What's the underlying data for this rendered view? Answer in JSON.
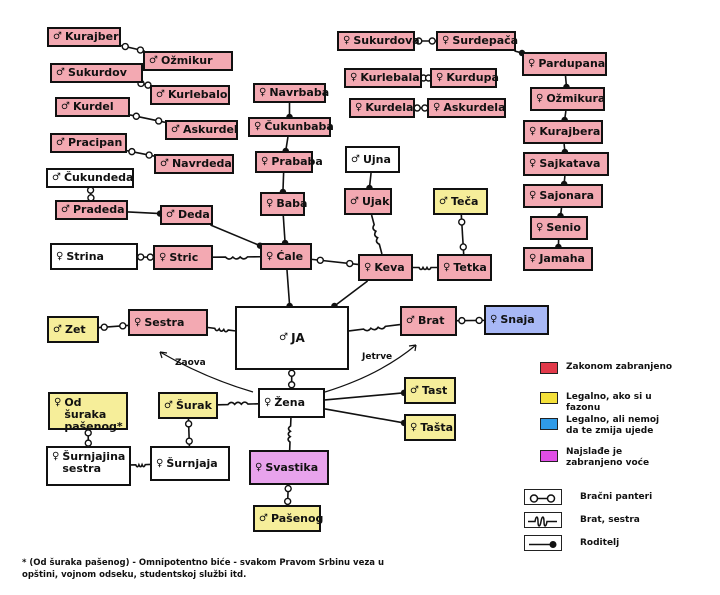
{
  "symbols": {
    "male": "♂",
    "female": "♀"
  },
  "nodes": [
    {
      "id": "kurajber",
      "label": "Kurajber",
      "g": "male",
      "c": "red"
    },
    {
      "id": "ozmikur",
      "label": "Ožmikur",
      "g": "male",
      "c": "red"
    },
    {
      "id": "sukurdov",
      "label": "Sukurdov",
      "g": "male",
      "c": "red"
    },
    {
      "id": "kurlebalo",
      "label": "Kurlebalo",
      "g": "male",
      "c": "red"
    },
    {
      "id": "kurdel",
      "label": "Kurdel",
      "g": "male",
      "c": "red"
    },
    {
      "id": "askurdel",
      "label": "Askurdel",
      "g": "male",
      "c": "red"
    },
    {
      "id": "pracipan",
      "label": "Pracipan",
      "g": "male",
      "c": "red"
    },
    {
      "id": "navrdeda",
      "label": "Navrdeda",
      "g": "male",
      "c": "red"
    },
    {
      "id": "cukundeda",
      "label": "Čukundeda",
      "g": "male",
      "c": "white"
    },
    {
      "id": "pradeda",
      "label": "Pradeda",
      "g": "male",
      "c": "red"
    },
    {
      "id": "deda",
      "label": "Deda",
      "g": "male",
      "c": "red"
    },
    {
      "id": "strina",
      "label": "Strina",
      "g": "female",
      "c": "white"
    },
    {
      "id": "stric",
      "label": "Stric",
      "g": "female",
      "c": "red"
    },
    {
      "id": "navrbaba",
      "label": "Navrbaba",
      "g": "female",
      "c": "red"
    },
    {
      "id": "cukunbaba",
      "label": "Čukunbaba",
      "g": "female",
      "c": "red"
    },
    {
      "id": "prababa",
      "label": "Prababa",
      "g": "female",
      "c": "red"
    },
    {
      "id": "baba",
      "label": "Baba",
      "g": "female",
      "c": "red"
    },
    {
      "id": "cale",
      "label": "Ćale",
      "g": "female",
      "c": "red"
    },
    {
      "id": "sukurdova",
      "label": "Sukurdova",
      "g": "female",
      "c": "red"
    },
    {
      "id": "surdepaca",
      "label": "Surdepača",
      "g": "female",
      "c": "red"
    },
    {
      "id": "kurlebala",
      "label": "Kurlebala",
      "g": "female",
      "c": "red"
    },
    {
      "id": "kurdupa",
      "label": "Kurdupa",
      "g": "female",
      "c": "red"
    },
    {
      "id": "kurdela",
      "label": "Kurdela",
      "g": "female",
      "c": "red"
    },
    {
      "id": "askurdela",
      "label": "Askurdela",
      "g": "female",
      "c": "red"
    },
    {
      "id": "ujna",
      "label": "Ujna",
      "g": "male",
      "c": "white"
    },
    {
      "id": "ujak",
      "label": "Ujak",
      "g": "male",
      "c": "red"
    },
    {
      "id": "teca",
      "label": "Teča",
      "g": "male",
      "c": "yellow"
    },
    {
      "id": "keva",
      "label": "Keva",
      "g": "female",
      "c": "red"
    },
    {
      "id": "tetka",
      "label": "Tetka",
      "g": "female",
      "c": "red"
    },
    {
      "id": "pardupana",
      "label": "Pardupana",
      "g": "female",
      "c": "red"
    },
    {
      "id": "ozmikura",
      "label": "Ožmikura",
      "g": "female",
      "c": "red"
    },
    {
      "id": "kurajbera",
      "label": "Kurajbera",
      "g": "female",
      "c": "red"
    },
    {
      "id": "sajkatava",
      "label": "Sajkatava",
      "g": "female",
      "c": "red"
    },
    {
      "id": "sajonara",
      "label": "Sajonara",
      "g": "female",
      "c": "red"
    },
    {
      "id": "senio",
      "label": "Senio",
      "g": "female",
      "c": "red"
    },
    {
      "id": "jamaha",
      "label": "Jamaha",
      "g": "female",
      "c": "red"
    },
    {
      "id": "zet",
      "label": "Zet",
      "g": "male",
      "c": "yellow"
    },
    {
      "id": "sestra",
      "label": "Sestra",
      "g": "female",
      "c": "red"
    },
    {
      "id": "ja",
      "label": "JA",
      "g": "male",
      "c": "white"
    },
    {
      "id": "brat",
      "label": "Brat",
      "g": "male",
      "c": "red"
    },
    {
      "id": "snaja",
      "label": "Snaja",
      "g": "female",
      "c": "blue"
    },
    {
      "id": "od_suraka",
      "label": "Od šuraka pašenog*",
      "g": "female",
      "c": "yellow"
    },
    {
      "id": "surak",
      "label": "Šurak",
      "g": "male",
      "c": "yellow"
    },
    {
      "id": "zena",
      "label": "Žena",
      "g": "female",
      "c": "white"
    },
    {
      "id": "tast",
      "label": "Tast",
      "g": "male",
      "c": "yellow"
    },
    {
      "id": "tasta",
      "label": "Tašta",
      "g": "female",
      "c": "yellow"
    },
    {
      "id": "surnjajina_sestra",
      "label": "Šurnjajina sestra",
      "g": "female",
      "c": "white"
    },
    {
      "id": "surnjaja",
      "label": "Šurnjaja",
      "g": "female",
      "c": "white"
    },
    {
      "id": "svastika",
      "label": "Svastika",
      "g": "female",
      "c": "pink"
    },
    {
      "id": "pasenog",
      "label": "Pašenog",
      "g": "male",
      "c": "yellow"
    }
  ],
  "edge_labels": {
    "zaova": "Zaova",
    "jetrve": "Jetrve"
  },
  "legend": {
    "colors": [
      {
        "color": "#e23a4a",
        "label": "Zakonom zabranjeno"
      },
      {
        "color": "#f4e03a",
        "label": "Legalno, ako si u fazonu"
      },
      {
        "color": "#2f9be8",
        "label": "Legalno, ali nemoj da te zmija ujede"
      },
      {
        "color": "#e04ee6",
        "label": "Najslađe je zabranjeno voće"
      }
    ],
    "links": [
      {
        "type": "marriage",
        "label": "Bračni panteri"
      },
      {
        "type": "sibling",
        "label": "Brat, sestra"
      },
      {
        "type": "parent",
        "label": "Roditelj"
      }
    ]
  },
  "footnote": "* (Od šuraka pašenog) - Omnipotentno biće - svakom Pravom Srbinu veza u opštini, vojnom odseku, studentskoj službi itd.",
  "colors": {
    "red": "#f3a9b2",
    "yellow": "#f6ee9a",
    "blue": "#a8b8f6",
    "pink": "#e8a3ec"
  }
}
